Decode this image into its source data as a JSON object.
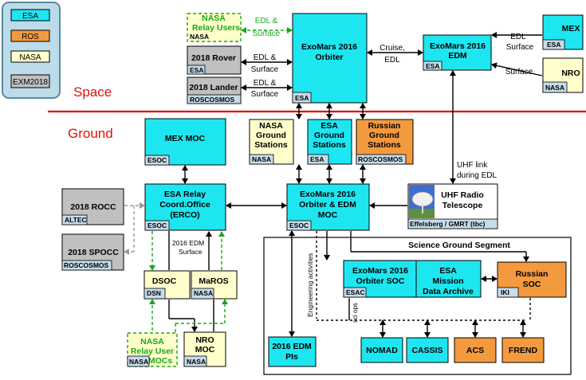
{
  "legend": {
    "esa": "ESA",
    "ros": "ROS",
    "nasa": "NASA",
    "exm2018": "EXM2018"
  },
  "zones": {
    "space": "Space",
    "ground": "Ground"
  },
  "colors": {
    "esa": "#1ee6f0",
    "roscosmos": "#f39a3e",
    "nasa": "#ffffcc",
    "exm2018": "#c0c0c0",
    "tag": "#c6dcea",
    "legend_panel": "#bcdcea",
    "space_line": "#e00000",
    "zone_label": "#e01010",
    "green": "#1aa81a"
  },
  "space": {
    "nasa_relay_users": {
      "line1": "NASA",
      "line2": "Relay Users",
      "tag": "NASA"
    },
    "rover_2018": {
      "label": "2018 Rover",
      "tag": "ESA"
    },
    "lander_2018": {
      "label": "2018 Lander",
      "tag": "ROSCOSMOS"
    },
    "orbiter": {
      "line1": "ExoMars 2016",
      "line2": "Orbiter",
      "tag": "ESA"
    },
    "edm": {
      "line1": "ExoMars 2016",
      "line2": "EDM",
      "tag": "ESA"
    },
    "mex": {
      "label": "MEX",
      "tag": "ESA"
    },
    "nro": {
      "label": "NRO",
      "tag": "NASA"
    },
    "link_edl_surface_1": {
      "line1": "EDL &",
      "line2": "Surface"
    },
    "link_edl_surface_2": {
      "line1": "EDL &",
      "line2": "Surface"
    },
    "link_edl_surface_3": {
      "line1": "EDL &",
      "line2": "Surface"
    },
    "link_cruise_edl": {
      "line1": "Cruise,",
      "line2": "EDL"
    },
    "link_mex_edm": {
      "line1": "EDL",
      "line2": "Surface"
    },
    "link_nro_edm": {
      "line1": "Surface"
    }
  },
  "ground": {
    "mex_moc": {
      "label": "MEX MOC",
      "tag": "ESOC"
    },
    "nasa_gs": {
      "line1": "NASA",
      "line2": "Ground",
      "line3": "Stations",
      "tag": "NASA"
    },
    "esa_gs": {
      "line1": "ESA",
      "line2": "Ground",
      "line3": "Stations",
      "tag": "ESA"
    },
    "russian_gs": {
      "line1": "Russian",
      "line2": "Ground",
      "line3": "Stations",
      "tag": "ROSCOSMOS"
    },
    "uhf_link": {
      "line1": "UHF link",
      "line2": "during EDL"
    },
    "uhf_telescope": {
      "line1": "UHF Radio",
      "line2": "Telescope",
      "tag": "Effelsberg  / GMRT (tbc)"
    },
    "rocc_2018": {
      "label": "2018 ROCC",
      "tag": "ALTEC"
    },
    "spocc_2018": {
      "label": "2018 SPOCC",
      "tag": "ROSCOSMOS"
    },
    "erco": {
      "line1": "ESA Relay",
      "line2": "Coord.Office",
      "line3": "(ERCO)",
      "tag": "ESOC"
    },
    "moc": {
      "line1": "ExoMars 2016",
      "line2": "Orbiter & EDM",
      "line3": "MOC",
      "tag": "ESOC"
    },
    "edm_surface_link": {
      "line1": "2016 EDM",
      "line2": "Surface"
    },
    "dsoc": {
      "label": "DSOC",
      "tag": "DSN"
    },
    "maros": {
      "label": "MaROS",
      "tag": "NASA"
    },
    "nasa_relay_user_mocs": {
      "line1": "NASA",
      "line2": "Relay User",
      "line3": "MOCs",
      "tag": "NASA"
    },
    "nro_moc": {
      "line1": "NRO",
      "line2": "MOC",
      "tag": "NASA"
    },
    "sgs_title": "Science Ground Segment",
    "orbiter_soc": {
      "line1": "ExoMars 2016",
      "line2": "Orbiter SOC",
      "tag": "ESAC"
    },
    "data_archive": {
      "line1": "ESA",
      "line2": "Mission",
      "line3": "Data Archive"
    },
    "russian_soc": {
      "line1": "Russian",
      "line2": "SOC",
      "tag": "IKI"
    },
    "engineering_activities": "Engineering activities",
    "sci_ops": "sci ops",
    "edm_pis": {
      "line1": "2016 EDM",
      "line2": "PIs"
    },
    "nomad": "NOMAD",
    "cassis": "CASSIS",
    "acs": "ACS",
    "frend": "FREND"
  }
}
